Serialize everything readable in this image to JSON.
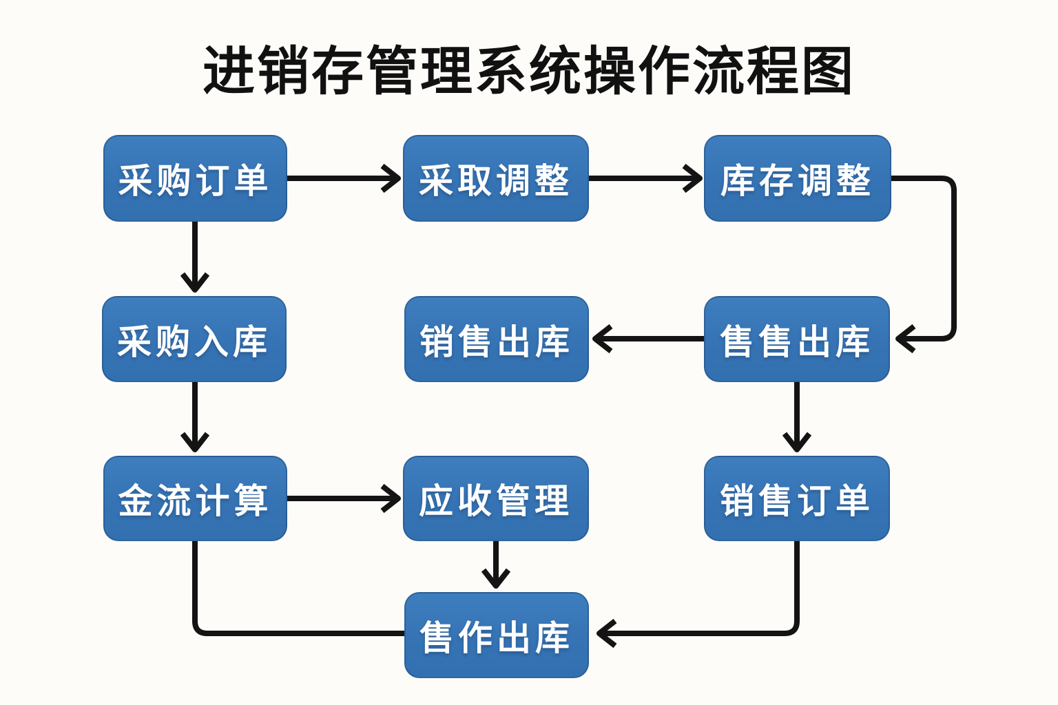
{
  "title": "进销存管理系统操作流程图",
  "diagram": {
    "type": "flowchart",
    "nodes": [
      {
        "id": "purchase-order",
        "label": "采购订单",
        "col": 1,
        "row": 1
      },
      {
        "id": "procurement-adjust",
        "label": "采取调整",
        "col": 2,
        "row": 1
      },
      {
        "id": "inventory-adjust",
        "label": "库存调整",
        "col": 3,
        "row": 1
      },
      {
        "id": "purchase-inbound",
        "label": "采购入库",
        "col": 1,
        "row": 2
      },
      {
        "id": "sales-outbound",
        "label": "销售出库",
        "col": 2,
        "row": 2
      },
      {
        "id": "sell-sell-outbound",
        "label": "售售出库",
        "col": 3,
        "row": 2
      },
      {
        "id": "cash-flow-calculation",
        "label": "金流计算",
        "col": 1,
        "row": 3
      },
      {
        "id": "receivables-management",
        "label": "应收管理",
        "col": 2,
        "row": 3
      },
      {
        "id": "sales-order",
        "label": "销售订单",
        "col": 3,
        "row": 3
      },
      {
        "id": "sell-work-outbound",
        "label": "售作出库",
        "col": 2,
        "row": 4
      }
    ],
    "edges": [
      {
        "from": "采购订单",
        "to": "采取调整",
        "arrowhead": true,
        "route": "straight-right"
      },
      {
        "from": "采取调整",
        "to": "库存调整",
        "arrowhead": true,
        "route": "straight-right"
      },
      {
        "from": "采购订单",
        "to": "采购入库",
        "arrowhead": true,
        "route": "straight-down"
      },
      {
        "from": "库存调整",
        "to": "售售出库",
        "arrowhead": true,
        "route": "right-side-loop"
      },
      {
        "from": "售售出库",
        "to": "销售出库",
        "arrowhead": true,
        "route": "straight-left"
      },
      {
        "from": "采购入库",
        "to": "金流计算",
        "arrowhead": true,
        "route": "straight-down"
      },
      {
        "from": "售售出库",
        "to": "销售订单",
        "arrowhead": true,
        "route": "straight-down"
      },
      {
        "from": "金流计算",
        "to": "应收管理",
        "arrowhead": true,
        "route": "straight-right"
      },
      {
        "from": "应收管理",
        "to": "售作出库",
        "arrowhead": true,
        "route": "straight-down"
      },
      {
        "from": "金流计算",
        "to": "售作出库",
        "arrowhead": false,
        "route": "bottom-left-elbow"
      },
      {
        "from": "销售订单",
        "to": "售作出库",
        "arrowhead": true,
        "route": "bottom-right-elbow"
      }
    ]
  },
  "colors": {
    "background": "#FDFCF8",
    "node_fill": "#3573B4",
    "node_border": "#1C4678",
    "node_text": "#FFFFFF",
    "arrow": "#141414",
    "title_text": "#111111"
  }
}
